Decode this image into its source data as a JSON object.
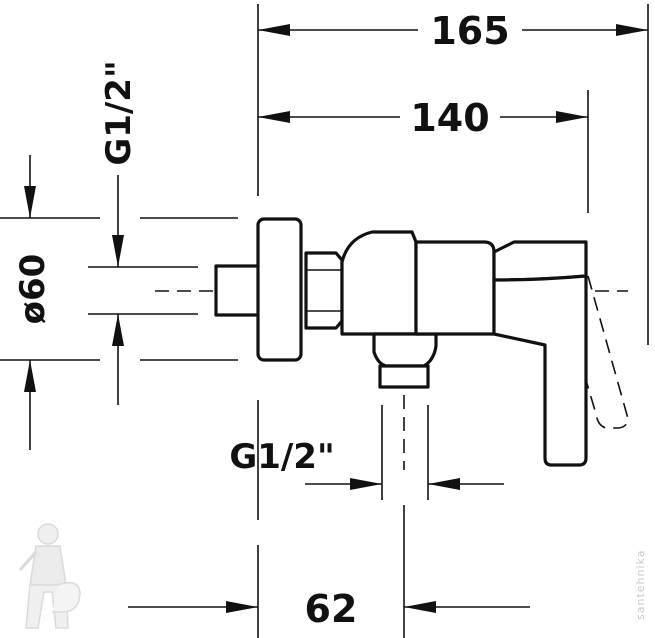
{
  "dimensions": {
    "overall_length": "165",
    "body_length": "140",
    "flange_diameter": "ø60",
    "inlet_thread": "G1/2\"",
    "outlet_thread": "G1/2\"",
    "outlet_offset": "62"
  },
  "watermark": {
    "text": "santehnika",
    "mascot_icon": "plumber-mascot-icon"
  },
  "colors": {
    "line": "#111111",
    "background": "#ffffff",
    "watermark": "#c9c9c9"
  }
}
